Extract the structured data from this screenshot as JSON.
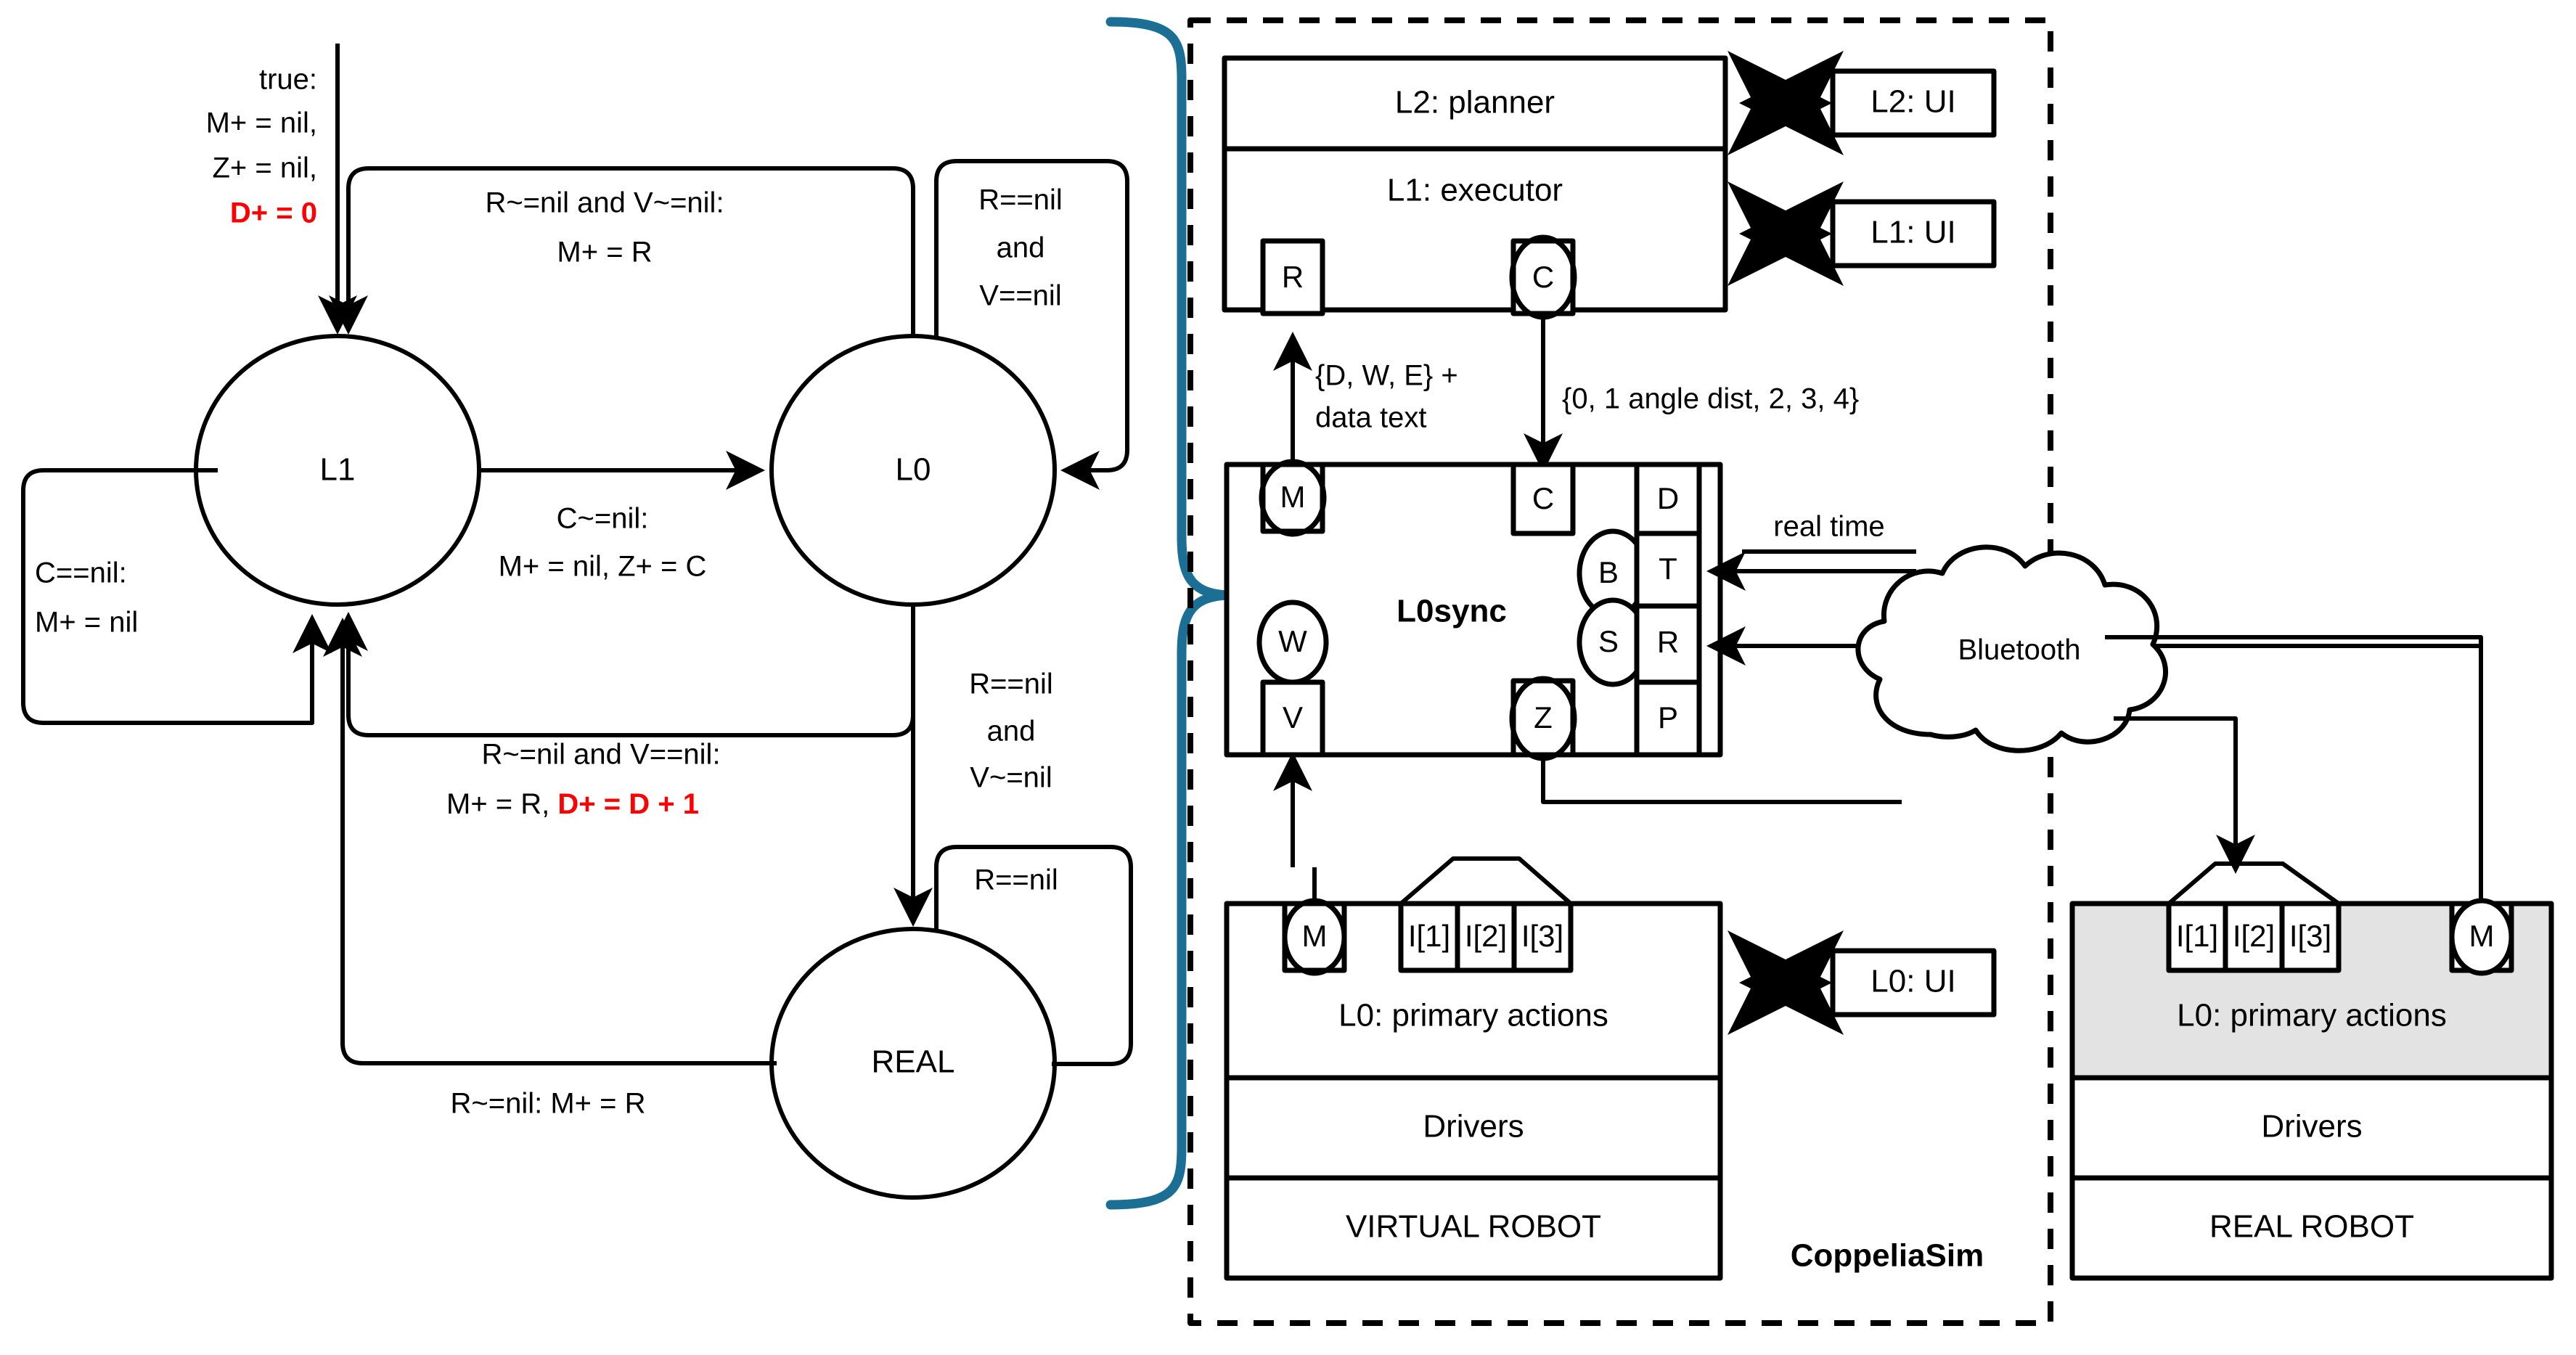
{
  "colors": {
    "stroke": "#000000",
    "red_accent": "#ff0000",
    "brace_blue": "#1b6e94",
    "real_robot_fill": "#e3e3e3",
    "background": "#ffffff"
  },
  "state_machine": {
    "states": [
      {
        "id": "L1",
        "label": "L1"
      },
      {
        "id": "L0",
        "label": "L0"
      },
      {
        "id": "REAL",
        "label": "REAL"
      }
    ],
    "initial_transition": {
      "lines": [
        {
          "text": "true:",
          "red": false
        },
        {
          "text": "M+ = nil,",
          "red": false
        },
        {
          "text": "Z+ = nil,",
          "red": false
        },
        {
          "text": "D+ = 0",
          "red": true
        }
      ]
    },
    "transitions": [
      {
        "id": "L0-to-L1",
        "from": "L0",
        "to": "L1",
        "lines": [
          {
            "text": "R~=nil and V~=nil:",
            "red": false
          },
          {
            "text": "M+ = R",
            "red": false
          }
        ]
      },
      {
        "id": "L0-self",
        "from": "L0",
        "to": "L0",
        "lines": [
          {
            "text": "R==nil",
            "red": false
          },
          {
            "text": "and",
            "red": false
          },
          {
            "text": "V==nil",
            "red": false
          }
        ]
      },
      {
        "id": "L1-to-L0",
        "from": "L1",
        "to": "L0",
        "lines": [
          {
            "text": "C~=nil:",
            "red": false
          },
          {
            "text": "M+ = nil, Z+ = C",
            "red": false
          }
        ]
      },
      {
        "id": "L1-self",
        "from": "L1",
        "to": "L1",
        "lines": [
          {
            "text": "C==nil:",
            "red": false
          },
          {
            "text": "M+ = nil",
            "red": false
          }
        ]
      },
      {
        "id": "L0-to-L1-lower",
        "from": "L0",
        "to": "L1",
        "lines": [
          {
            "text": "R~=nil and V==nil:",
            "red": false
          },
          {
            "text": "M+ = R, ",
            "red": false,
            "suffix": "D+ = D + 1",
            "suffix_red": true
          }
        ],
        "line2_plain": "M+ = R, ",
        "line2_red": "D+ = D + 1"
      },
      {
        "id": "L0-to-REAL",
        "from": "L0",
        "to": "REAL",
        "lines": [
          {
            "text": "R==nil",
            "red": false
          },
          {
            "text": "and",
            "red": false
          },
          {
            "text": "V~=nil",
            "red": false
          }
        ]
      },
      {
        "id": "REAL-self",
        "from": "REAL",
        "to": "REAL",
        "lines": [
          {
            "text": "R==nil",
            "red": false
          }
        ]
      },
      {
        "id": "REAL-to-L1",
        "from": "REAL",
        "to": "L1",
        "lines": [
          {
            "text": "R~=nil: M+ = R",
            "red": false
          }
        ]
      }
    ]
  },
  "architecture": {
    "container_label": "CoppeliaSim",
    "planner_stack": {
      "rows": [
        {
          "id": "l2-planner",
          "label": "L2: planner"
        },
        {
          "id": "l1-executor",
          "label": "L1: executor"
        }
      ],
      "ports": [
        {
          "id": "port-R",
          "label": "R",
          "shape": "box"
        },
        {
          "id": "port-C",
          "label": "C",
          "shape": "box-circle"
        }
      ]
    },
    "ui_boxes": [
      {
        "id": "l2-ui",
        "label": "L2: UI"
      },
      {
        "id": "l1-ui",
        "label": "L1: UI"
      },
      {
        "id": "l0-ui",
        "label": "L0: UI"
      }
    ],
    "channel_labels": [
      {
        "id": "up-channel",
        "line1": "{D, W, E} +",
        "line2": "data text"
      },
      {
        "id": "down-channel",
        "line1": "{0, 1 angle dist, 2, 3, 4}",
        "line2": ""
      }
    ],
    "l0sync": {
      "title": "L0sync",
      "slots": [
        {
          "id": "slot-M",
          "label": "M",
          "shape": "box-circle"
        },
        {
          "id": "slot-W",
          "label": "W",
          "shape": "circle"
        },
        {
          "id": "slot-V",
          "label": "V",
          "shape": "box"
        },
        {
          "id": "slot-C",
          "label": "C",
          "shape": "box"
        },
        {
          "id": "slot-Z",
          "label": "Z",
          "shape": "box-circle"
        },
        {
          "id": "slot-B",
          "label": "B",
          "shape": "circle"
        },
        {
          "id": "slot-S",
          "label": "S",
          "shape": "circle"
        },
        {
          "id": "slot-D",
          "label": "D",
          "shape": "box"
        },
        {
          "id": "slot-T",
          "label": "T",
          "shape": "box"
        },
        {
          "id": "slot-R",
          "label": "R",
          "shape": "box"
        },
        {
          "id": "slot-P",
          "label": "P",
          "shape": "box"
        }
      ]
    },
    "real_time_label": "real time",
    "bluetooth_label": "Bluetooth",
    "virtual_robot_stack": {
      "ports": [
        {
          "id": "vr-M",
          "label": "M",
          "shape": "box-circle"
        },
        {
          "id": "vr-I1",
          "label": "I[1]",
          "shape": "box"
        },
        {
          "id": "vr-I2",
          "label": "I[2]",
          "shape": "box"
        },
        {
          "id": "vr-I3",
          "label": "I[3]",
          "shape": "box"
        }
      ],
      "rows": [
        {
          "id": "vr-l0",
          "label": "L0: primary actions"
        },
        {
          "id": "vr-drivers",
          "label": "Drivers"
        },
        {
          "id": "vr-robot",
          "label": "VIRTUAL ROBOT"
        }
      ]
    },
    "real_robot_stack": {
      "ports": [
        {
          "id": "rr-I1",
          "label": "I[1]",
          "shape": "box"
        },
        {
          "id": "rr-I2",
          "label": "I[2]",
          "shape": "box"
        },
        {
          "id": "rr-I3",
          "label": "I[3]",
          "shape": "box"
        },
        {
          "id": "rr-M",
          "label": "M",
          "shape": "box-circle"
        }
      ],
      "rows": [
        {
          "id": "rr-l0",
          "label": "L0: primary actions"
        },
        {
          "id": "rr-drivers",
          "label": "Drivers"
        },
        {
          "id": "rr-robot",
          "label": "REAL ROBOT"
        }
      ]
    }
  }
}
